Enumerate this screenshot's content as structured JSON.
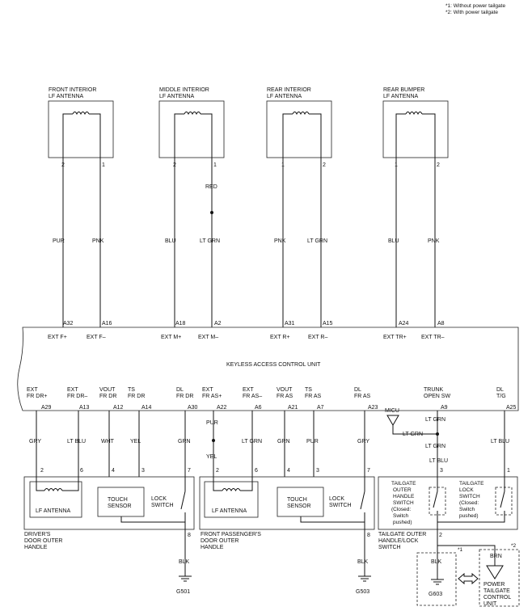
{
  "notes": [
    "*1: Without power tailgate",
    "*2: With power tailgate"
  ],
  "antennas": [
    {
      "name1": "FRONT INTERIOR",
      "name2": "LF ANTENNA",
      "pinL": "2",
      "pinR": "1",
      "wireL": "PUR",
      "wireR": "PNK",
      "connL": "A32",
      "connR": "A16",
      "sigL": "EXT F+",
      "sigR": "EXT F–"
    },
    {
      "name1": "MIDDLE INTERIOR",
      "name2": "LF ANTENNA",
      "pinL": "2",
      "pinR": "1",
      "wireL": "BLU",
      "wireR": "LT GRN",
      "wireRtop": "RED",
      "connL": "A18",
      "connR": "A2",
      "sigL": "EXT M+",
      "sigR": "EXT M–"
    },
    {
      "name1": "REAR INTERIOR",
      "name2": "LF ANTENNA",
      "pinL": "1",
      "pinR": "2",
      "wireL": "PNK",
      "wireR": "LT GRN",
      "connL": "A31",
      "connR": "A15",
      "sigL": "EXT R+",
      "sigR": "EXT R–"
    },
    {
      "name1": "REAR BUMPER",
      "name2": "LF ANTENNA",
      "pinL": "1",
      "pinR": "2",
      "wireL": "BLU",
      "wireR": "PNK",
      "connL": "A24",
      "connR": "A8",
      "sigL": "EXT TR+",
      "sigR": "EXT TR–"
    }
  ],
  "control_unit": "KEYLESS ACCESS CONTROL UNIT",
  "lower_signals": [
    {
      "l1": "EXT",
      "l2": "FR DR+",
      "conn": "A29",
      "wire": "GRY",
      "pin": "2"
    },
    {
      "l1": "EXT",
      "l2": "FR DR–",
      "conn": "A13",
      "wire": "LT BLU",
      "pin": "6"
    },
    {
      "l1": "VOUT",
      "l2": "FR DR",
      "conn": "A12",
      "wire": "WHT",
      "pin": "4"
    },
    {
      "l1": "TS",
      "l2": "FR DR",
      "conn": "A14",
      "wire": "YEL",
      "pin": "3"
    },
    {
      "l1": "DL",
      "l2": "FR DR",
      "conn": "A30",
      "wire": "GRN",
      "pin": "7"
    },
    {
      "l1": "EXT",
      "l2": "FR AS+",
      "conn": "A22",
      "wire": "PUR",
      "wire2": "YEL",
      "pin": "2"
    },
    {
      "l1": "EXT",
      "l2": "FR AS–",
      "conn": "A6",
      "wire": "LT GRN",
      "pin": "6"
    },
    {
      "l1": "VOUT",
      "l2": "FR AS",
      "conn": "A21",
      "wire": "GRN",
      "pin": "4"
    },
    {
      "l1": "TS",
      "l2": "FR AS",
      "conn": "A7",
      "wire": "PUR",
      "pin": "3"
    },
    {
      "l1": "DL",
      "l2": "FR AS",
      "conn": "A23",
      "wire": "GRY",
      "pin": "7"
    },
    {
      "l1": "TRUNK",
      "l2": "OPEN SW",
      "conn": "A9",
      "wire": "LT GRN",
      "pin": "3"
    },
    {
      "l1": "DL",
      "l2": "T/G",
      "conn": "A25",
      "wire": "LT BLU",
      "pin": "1"
    }
  ],
  "micu": "MICU",
  "micu_wire": "LT GRN",
  "trunk_wire2": "LT GRN",
  "trunk_wire3": "LT BLU",
  "lf_antenna": "LF ANTENNA",
  "touch_sensor": [
    "TOUCH",
    "SENSOR"
  ],
  "lock_switch": [
    "LOCK",
    "SWITCH"
  ],
  "driver_handle": [
    "DRIVER'S",
    "DOOR OUTER",
    "HANDLE"
  ],
  "pass_handle": [
    "FRONT PASSENGER'S",
    "DOOR OUTER",
    "HANDLE"
  ],
  "tailgate_handle": [
    "TAILGATE OUTER",
    "HANDLE/LOCK",
    "SWITCH"
  ],
  "tg_outer_switch": [
    "TAILGATE",
    "OUTER",
    "HANDLE",
    "SWITCH",
    "(Closed:",
    "Switch",
    "pushed)"
  ],
  "tg_lock_switch": [
    "TAILGATE",
    "LOCK",
    "SWITCH",
    "(Closed:",
    "Switch",
    "pushed)"
  ],
  "ground_pin_8a": "8",
  "ground_pin_8b": "8",
  "ground_pin_2": "2",
  "gnd_wire_a": "BLK",
  "gnd_wire_b": "BLK",
  "gnd_wire_c": "BLK",
  "grounds": [
    "G501",
    "G503",
    "G603"
  ],
  "star1": "*1",
  "star2": "*2",
  "ptg_wire": "BRN",
  "ptg_unit": [
    "POWER",
    "TAILGATE",
    "CONTROL",
    "UNIT"
  ]
}
